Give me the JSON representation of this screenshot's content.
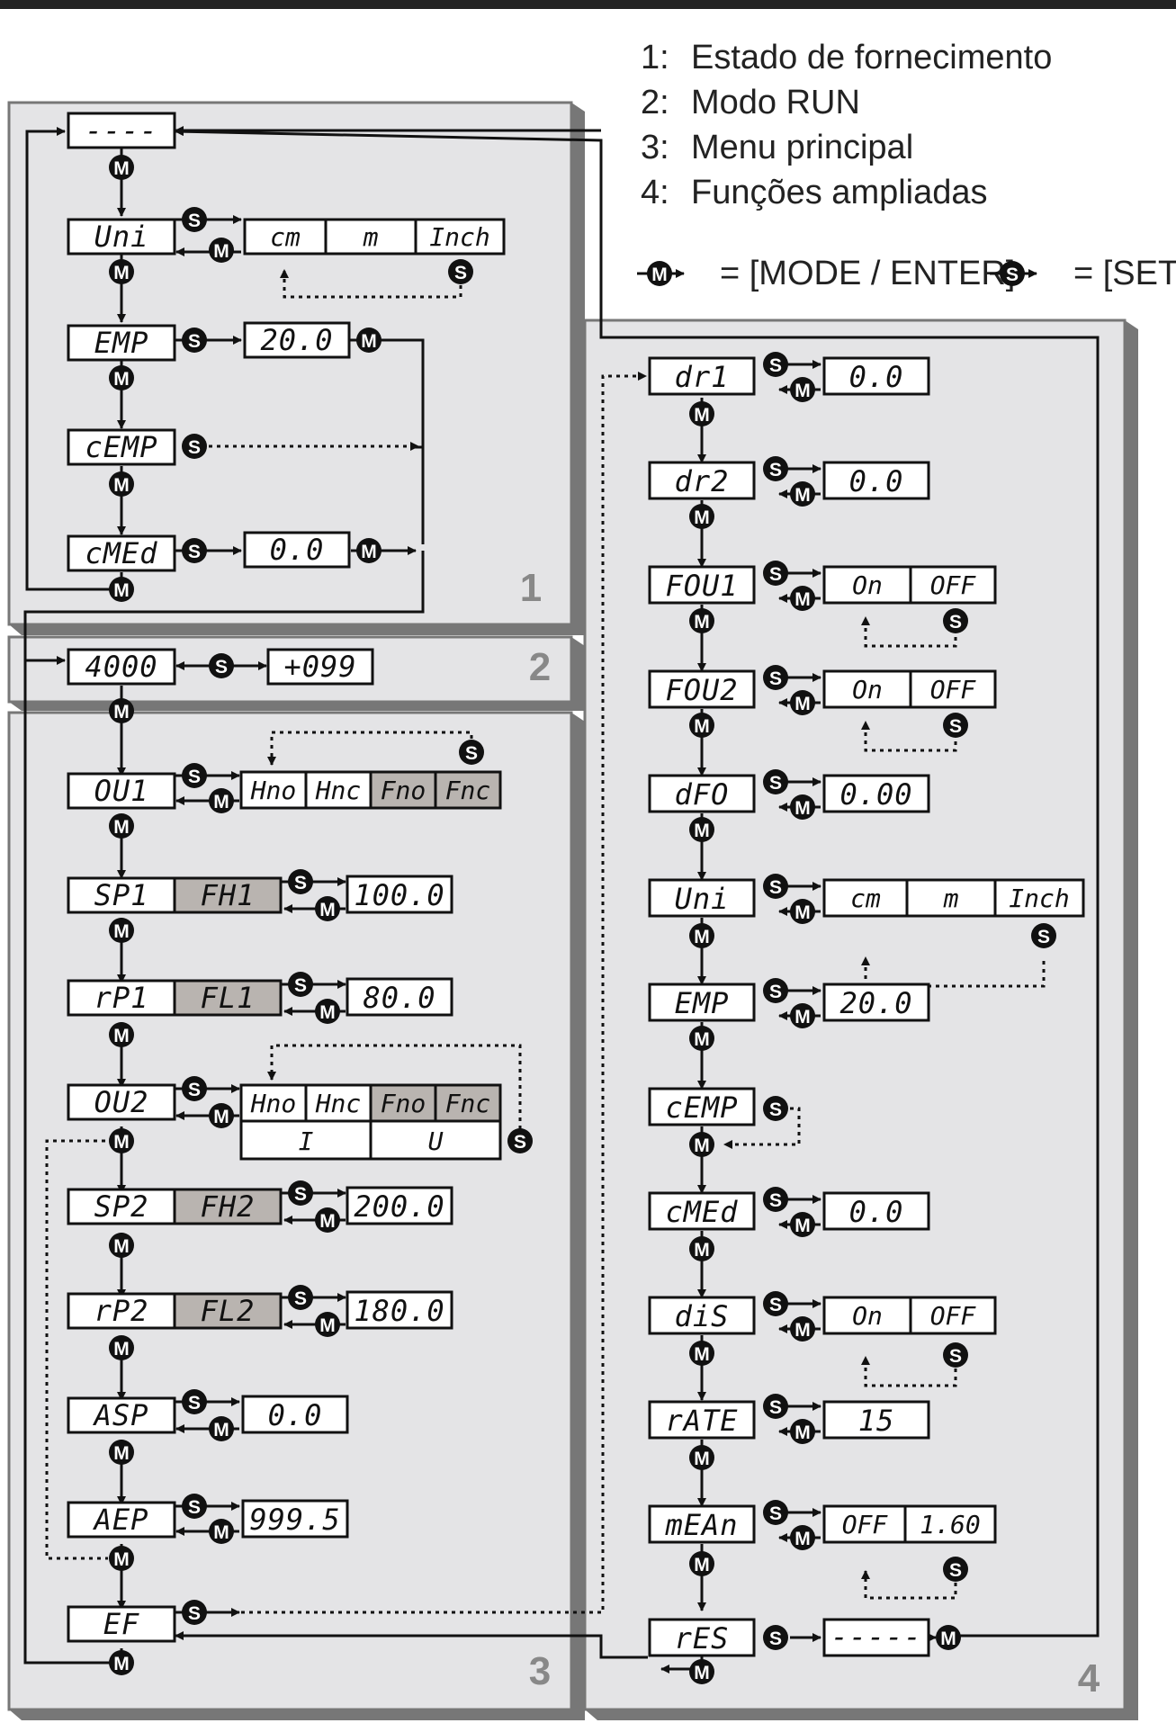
{
  "legend": {
    "items": [
      {
        "num": "1:",
        "text": "Estado de fornecimento"
      },
      {
        "num": "2:",
        "text": "Modo RUN"
      },
      {
        "num": "3:",
        "text": "Menu principal"
      },
      {
        "num": "4:",
        "text": "Funções ampliadas"
      }
    ],
    "mode_text": "= [MODE / ENTER]",
    "set_text": "= [SET]"
  },
  "buttons": {
    "mode": "M",
    "set": "S"
  },
  "sections": [
    "1",
    "2",
    "3",
    "4"
  ],
  "section1": {
    "start": "----",
    "uni": "Uni",
    "units": [
      "cm",
      "m",
      "Inch"
    ],
    "emp": "EMP",
    "emp_val": "20.0",
    "cemp": "cEMP",
    "cmed": "cMEd",
    "cmed_val": "0.0"
  },
  "section2": {
    "display": "4000",
    "offset": "+099"
  },
  "section3": {
    "ou1": "OU1",
    "out_modes": [
      "Hno",
      "Hnc",
      "Fno",
      "Fnc"
    ],
    "sp1": "SP1",
    "fh1": "FH1",
    "sp1_val": "100.0",
    "rp1": "rP1",
    "fl1": "FL1",
    "rp1_val": "80.0",
    "ou2": "OU2",
    "analog_modes": [
      "I",
      "U"
    ],
    "sp2": "SP2",
    "fh2": "FH2",
    "sp2_val": "200.0",
    "rp2": "rP2",
    "fl2": "FL2",
    "rp2_val": "180.0",
    "asp": "ASP",
    "asp_val": "0.0",
    "aep": "AEP",
    "aep_val": "999.5",
    "ef": "EF"
  },
  "section4": {
    "dr1": "dr1",
    "dr1_val": "0.0",
    "dr2": "dr2",
    "dr2_val": "0.0",
    "fou1": "FOU1",
    "fou2": "FOU2",
    "onoff": [
      "On",
      "OFF"
    ],
    "dfo": "dFO",
    "dfo_val": "0.00",
    "uni": "Uni",
    "units": [
      "cm",
      "m",
      "Inch"
    ],
    "emp": "EMP",
    "emp_val": "20.0",
    "cemp": "cEMP",
    "cmed": "cMEd",
    "cmed_val": "0.0",
    "dis": "diS",
    "rate": "rATE",
    "rate_val": "15",
    "mean": "mEAn",
    "mean_vals": [
      "OFF",
      "1.60"
    ],
    "res": "rES",
    "res_val": "-----"
  }
}
